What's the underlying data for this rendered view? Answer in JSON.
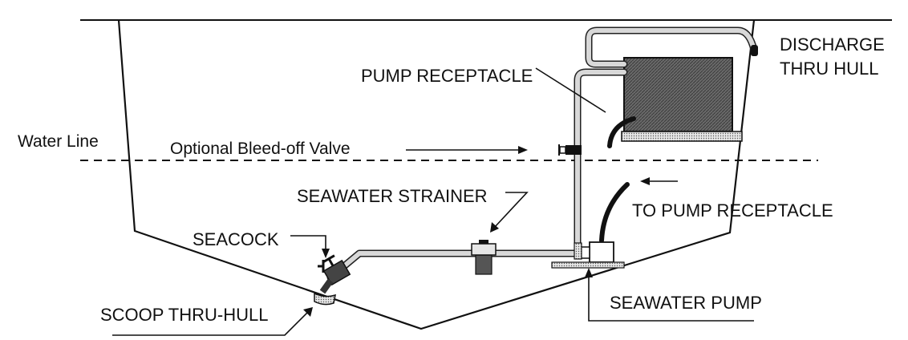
{
  "labels": {
    "discharge_line1": "DISCHARGE",
    "discharge_line2": "THRU HULL",
    "pump_receptacle": "PUMP RECEPTACLE",
    "water_line": "Water Line",
    "bleed_valve": "Optional Bleed-off Valve",
    "seawater_strainer": "SEAWATER STRAINER",
    "to_pump_receptacle": "TO PUMP RECEPTACLE",
    "seacock": "SEACOCK",
    "scoop_thru_hull": "SCOOP THRU-HULL",
    "seawater_pump": "SEAWATER PUMP"
  },
  "colors": {
    "line": "#111111",
    "pipe_fill": "#d8d8d8",
    "unit_fill": "#555555",
    "background": "#ffffff"
  }
}
